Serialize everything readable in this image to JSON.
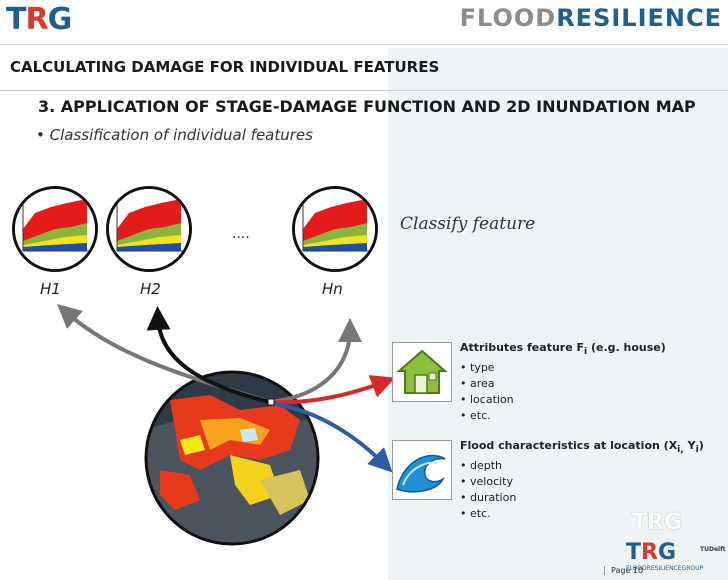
{
  "header": {
    "logo_t": "T",
    "logo_r": "R",
    "logo_g": "G",
    "brand_a": "FLOOD",
    "brand_b": "RESILIENCE"
  },
  "slide": {
    "title": "CALCULATING DAMAGE FOR INDIVIDUAL FEATURES",
    "subtitle": "3. APPLICATION OF STAGE-DAMAGE FUNCTION AND 2D INUNDATION MAP",
    "bullet": "• Classification of individual features"
  },
  "diagram": {
    "labels": [
      "H1",
      "H2",
      "Hn"
    ],
    "dots": "....",
    "classify": "Classify feature",
    "attributes": {
      "head_prefix": "Attributes feature F",
      "head_sub": "i",
      "head_suffix": " (e.g. house)",
      "items": [
        "type",
        "area",
        "location",
        "etc."
      ]
    },
    "flood": {
      "head_prefix": "Flood characteristics at location (X",
      "head_sub1": "i,",
      "head_mid": " Y",
      "head_sub2": "i",
      "head_suffix": ")",
      "items": [
        "depth",
        "velocity",
        "duration",
        "etc."
      ]
    }
  },
  "footer": {
    "page": "Page 10",
    "flood_group": "FLOODRESILIENCEGROUP",
    "tudelft": "TUDelft"
  },
  "colors": {
    "brand_blue": "#1e5f8f",
    "brand_red": "#d63a2a",
    "panel": "#eef3f6"
  }
}
